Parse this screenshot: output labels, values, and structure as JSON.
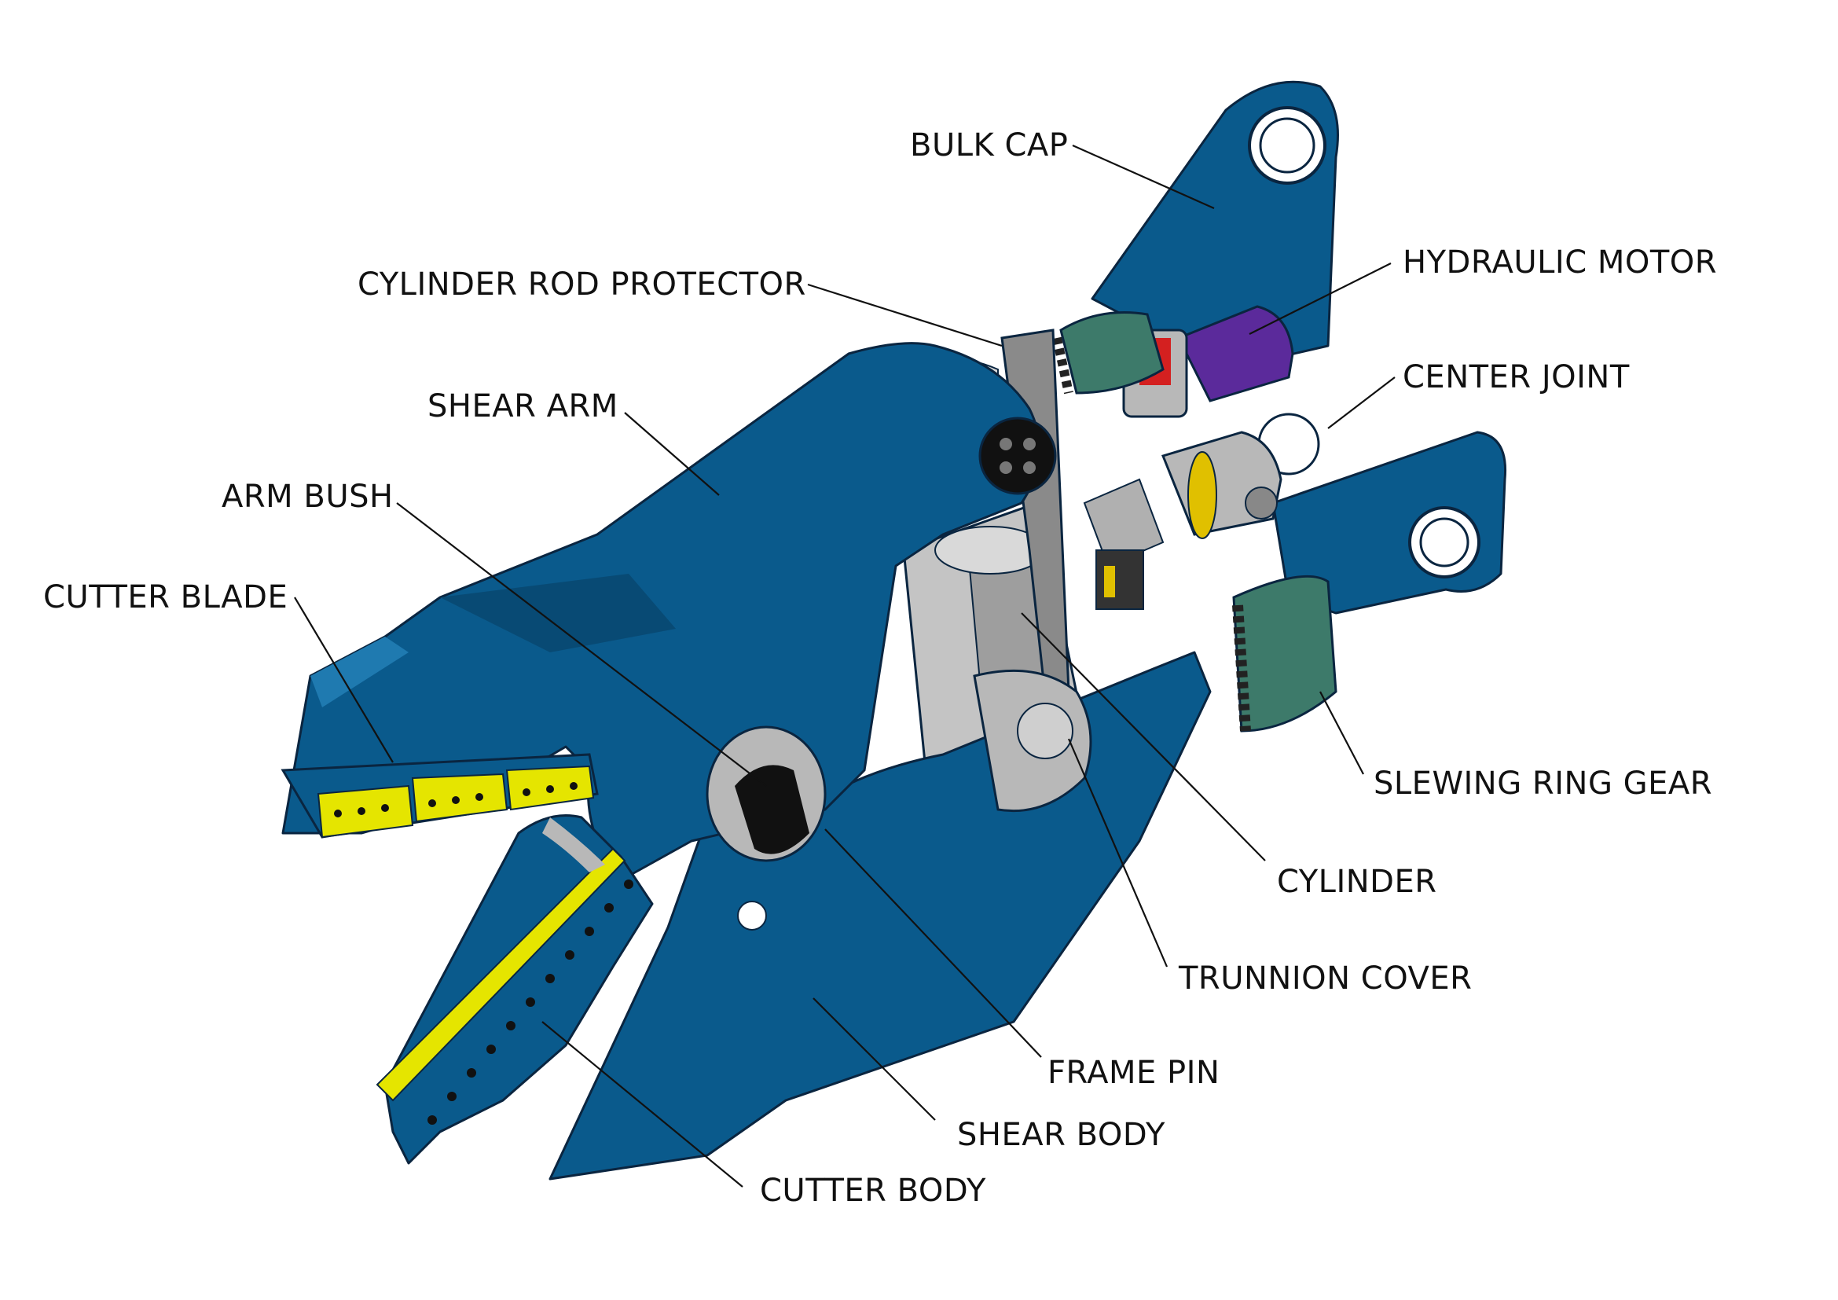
{
  "colors": {
    "body": "#0a5a8c",
    "body_dark": "#084a74",
    "body_light": "#1f7ab0",
    "blade": "#e5e500",
    "steel": "#b8b8b8",
    "motor": "#5b2a9b",
    "accent_red": "#d42020",
    "accent_green": "#3d7a6a",
    "background": "#ffffff"
  },
  "labels": {
    "bulk_cap": "BULK CAP",
    "hydraulic_motor": "HYDRAULIC MOTOR",
    "cylinder_rod_protector": "CYLINDER ROD PROTECTOR",
    "center_joint": "CENTER JOINT",
    "shear_arm": "SHEAR ARM",
    "arm_bush": "ARM BUSH",
    "cutter_blade": "CUTTER BLADE",
    "slewing_ring_gear": "SLEWING RING GEAR",
    "cylinder": "CYLINDER",
    "trunnion_cover": "TRUNNION COVER",
    "frame_pin": "FRAME PIN",
    "shear_body": "SHEAR BODY",
    "cutter_body": "CUTTER BODY"
  }
}
